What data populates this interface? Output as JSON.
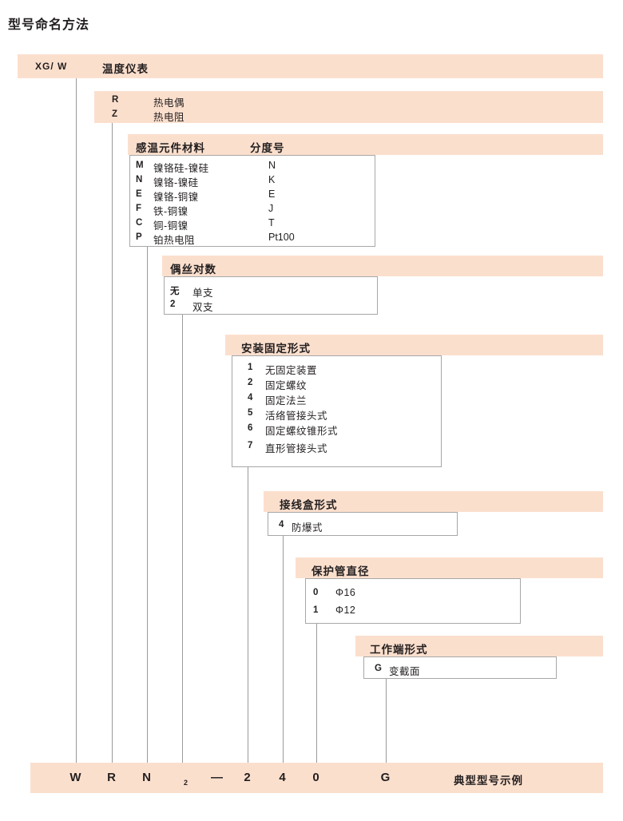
{
  "page": {
    "title": "型号命名方法"
  },
  "sections": [
    {
      "key": "instrument",
      "code": "XG/ W",
      "label": "温度仪表",
      "options": []
    },
    {
      "key": "type",
      "label": "",
      "options": [
        {
          "code": "R",
          "desc": "热电偶"
        },
        {
          "code": "Z",
          "desc": "热电阻"
        }
      ]
    },
    {
      "key": "material",
      "label": "感温元件材料",
      "label2": "分度号",
      "options": [
        {
          "code": "M",
          "desc": "镍铬硅-镍硅",
          "grade": "N"
        },
        {
          "code": "N",
          "desc": "镍铬-镍硅",
          "grade": "K"
        },
        {
          "code": "E",
          "desc": "镍铬-铜镍",
          "grade": "E"
        },
        {
          "code": "F",
          "desc": "铁-铜镍",
          "grade": "J"
        },
        {
          "code": "C",
          "desc": "铜-铜镍",
          "grade": "T"
        },
        {
          "code": "P",
          "desc": "铂热电阻",
          "grade": "Pt100"
        }
      ]
    },
    {
      "key": "wire_pairs",
      "label": "偶丝对数",
      "options": [
        {
          "code": "无",
          "desc": "单支"
        },
        {
          "code": "2",
          "desc": "双支"
        }
      ]
    },
    {
      "key": "mounting",
      "label": "安装固定形式",
      "options": [
        {
          "code": "1",
          "desc": "无固定装置"
        },
        {
          "code": "2",
          "desc": "固定螺纹"
        },
        {
          "code": "4",
          "desc": "固定法兰"
        },
        {
          "code": "5",
          "desc": "活络管接头式"
        },
        {
          "code": "6",
          "desc": "固定螺纹锥形式"
        },
        {
          "code": "7",
          "desc": "直形管接头式"
        }
      ]
    },
    {
      "key": "junction_box",
      "label": "接线盒形式",
      "options": [
        {
          "code": "4",
          "desc": "防爆式"
        }
      ]
    },
    {
      "key": "tube_diameter",
      "label": "保护管直径",
      "options": [
        {
          "code": "0",
          "desc": "Φ16"
        },
        {
          "code": "1",
          "desc": "Φ12"
        }
      ]
    },
    {
      "key": "working_end",
      "label": "工作端形式",
      "options": [
        {
          "code": "G",
          "desc": "变截面"
        }
      ]
    }
  ],
  "example": {
    "chars": [
      "W",
      "R",
      "N",
      "2",
      "—",
      "2",
      "4",
      "0",
      "G"
    ],
    "subscript_index": 3,
    "note": "典型型号示例"
  },
  "colors": {
    "band": "#fbdfcd",
    "text": "#231f20",
    "border": "#a7a7a7",
    "background": "#ffffff"
  }
}
